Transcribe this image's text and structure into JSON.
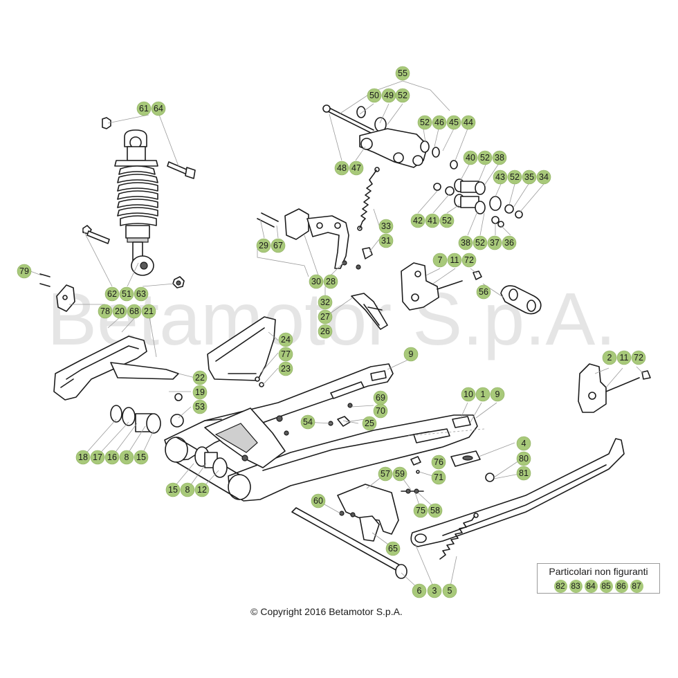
{
  "watermark": "Betamotor S.p.A.",
  "copyright": "© Copyright 2016 Betamotor S.p.A.",
  "not_shown_box": {
    "title": "Particolari non figuranti",
    "items": [
      "82",
      "83",
      "84",
      "85",
      "86",
      "87"
    ]
  },
  "callout_color": "#a8c97a",
  "callouts": [
    "55",
    "50",
    "49",
    "52",
    "61",
    "64",
    "52",
    "46",
    "45",
    "44",
    "48",
    "47",
    "40",
    "52",
    "38",
    "43",
    "52",
    "35",
    "34",
    "42",
    "41",
    "52",
    "33",
    "31",
    "29",
    "67",
    "38",
    "52",
    "37",
    "36",
    "7",
    "11",
    "72",
    "79",
    "62",
    "51",
    "63",
    "30",
    "28",
    "32",
    "27",
    "26",
    "56",
    "78",
    "20",
    "68",
    "21",
    "24",
    "77",
    "23",
    "9",
    "2",
    "11",
    "72",
    "22",
    "19",
    "53",
    "10",
    "1",
    "9",
    "69",
    "70",
    "54",
    "25",
    "18",
    "17",
    "16",
    "8",
    "15",
    "4",
    "80",
    "81",
    "76",
    "71",
    "15",
    "8",
    "12",
    "57",
    "59",
    "60",
    "75",
    "58",
    "65",
    "6",
    "3",
    "5"
  ]
}
